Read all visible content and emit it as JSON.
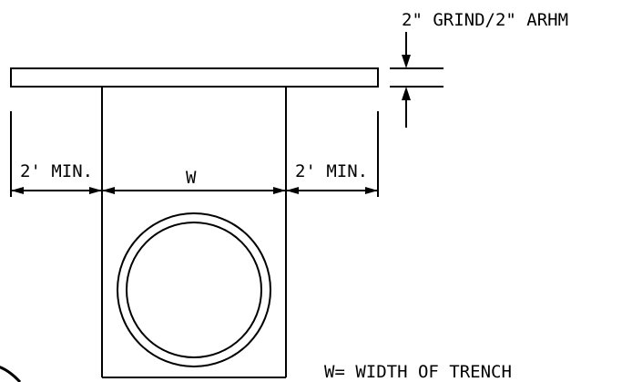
{
  "labels": {
    "surface_callout": "2\" GRIND/2\" ARHM",
    "left_min": "2' MIN.",
    "right_min": "2' MIN.",
    "width": "W",
    "note": "W= WIDTH OF TRENCH"
  }
}
